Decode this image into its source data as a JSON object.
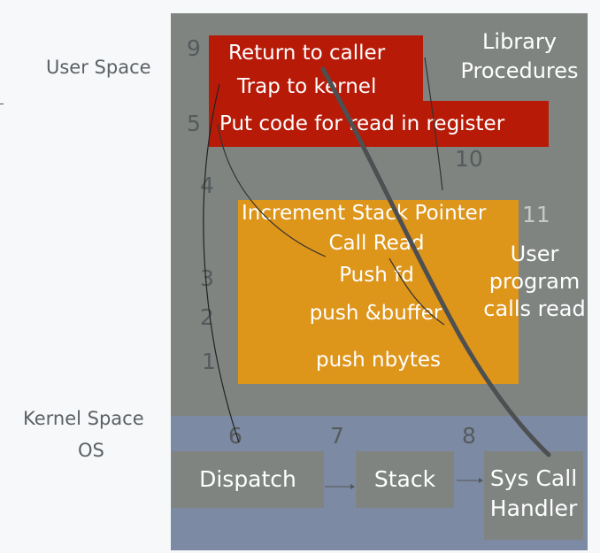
{
  "labels": {
    "user_space": "User Space",
    "kernel_space": "Kernel Space",
    "os": "OS",
    "library_procedures_line1": "Library",
    "library_procedures_line2": "Procedures",
    "user_program_line1": "User",
    "user_program_line2": "program",
    "user_program_line3": "calls read"
  },
  "library_box": {
    "line1": "Return to caller",
    "line2": "Trap to kernel",
    "line3": "Put code for read in register"
  },
  "user_program_box": {
    "line1": "Increment Stack Pointer",
    "line2": "Call Read",
    "line3": "Push fd",
    "line4": "push &buffer",
    "line5": "push nbytes"
  },
  "kernel_boxes": {
    "dispatch": "Dispatch",
    "stack": "Stack",
    "handler_line1": "Sys Call",
    "handler_line2": "Handler"
  },
  "step_numbers": {
    "n1": "1",
    "n2": "2",
    "n3": "3",
    "n4": "4",
    "n5": "5",
    "n6": "6",
    "n7": "7",
    "n8": "8",
    "n9": "9",
    "n10": "10",
    "n11": "11"
  },
  "colors": {
    "user_space_bg": "#7f8481",
    "kernel_space_bg": "#7d8aa4",
    "library_box": "#b81a08",
    "user_program_box": "#dd951a",
    "kernel_box": "#7f8481"
  }
}
